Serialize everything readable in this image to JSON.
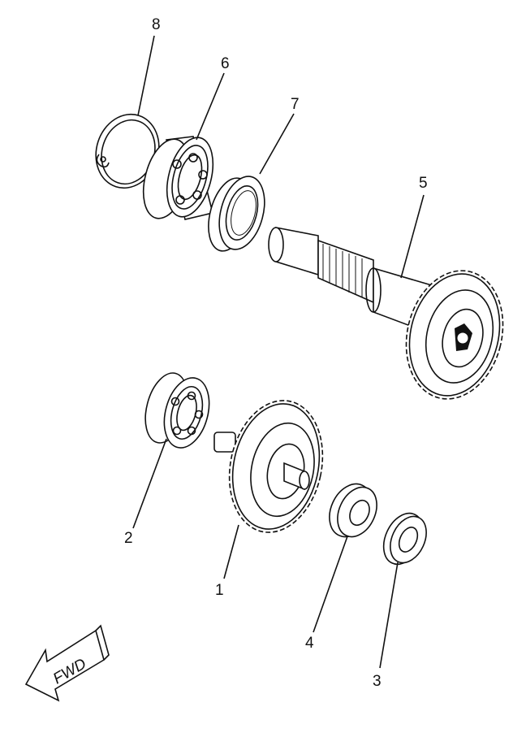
{
  "callouts": {
    "c1": "1",
    "c2": "2",
    "c3": "3",
    "c4": "4",
    "c5": "5",
    "c6": "6",
    "c7": "7",
    "c8": "8"
  },
  "fwd_label": "FWD"
}
